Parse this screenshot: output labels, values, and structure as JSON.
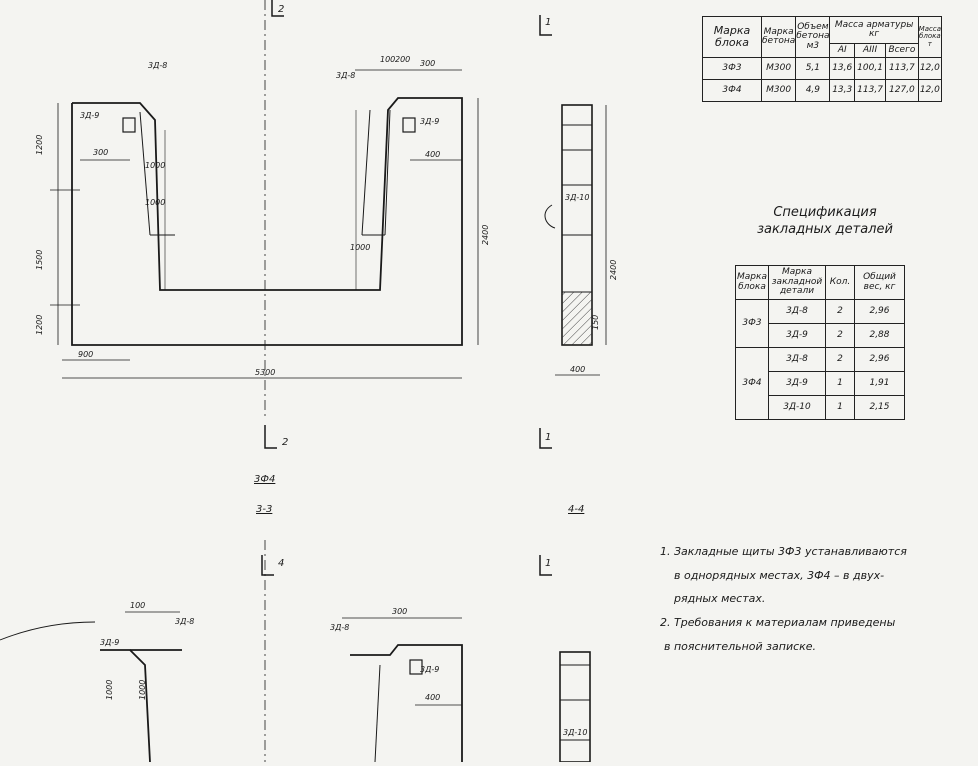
{
  "views": {
    "top": {
      "section_mark": "2",
      "labels": {
        "tag_left_a": "3Д-8",
        "tag_left_b": "3Д-9",
        "tag_right_a": "3Д-8",
        "tag_right_b": "3Д-9",
        "dim_left_offset": "300",
        "dim_top_a": "100",
        "dim_top_b": "200",
        "dim_top_c": "300",
        "dim_right_offset": "400",
        "dim_v1": "1000",
        "dim_v2": "1000",
        "dim_v3": "1000",
        "dim_base_left": "900",
        "dim_total": "5300",
        "dim_v_left_a": "1200",
        "dim_v_left_b": "1500",
        "dim_v_left_c": "1200",
        "dim_right_height": "2400"
      },
      "block_name": "3Ф4",
      "section_name": "3-3"
    },
    "bottom": {
      "section_mark": "4",
      "labels": {
        "tag_left_a": "3Д-8",
        "tag_left_b": "3Д-9",
        "tag_right_a": "3Д-8",
        "tag_right_b": "3Д-9",
        "dim_top_a": "100",
        "dim_top_b": "300",
        "dim_right_offset": "400",
        "dim_v1": "1000",
        "dim_v2": "1000"
      }
    },
    "side_top": {
      "section_mark": "1",
      "tag": "3Д-10",
      "dim_width": "400",
      "dim_height": "2400",
      "dim_small": "150"
    },
    "side_bottom": {
      "section_mark": "1",
      "tag": "3Д-10",
      "section_name": "4-4"
    }
  },
  "blocks_table": {
    "headers": [
      "Марка блока",
      "Марка бетона",
      "Объем бетона м3",
      "Масса арматуры кг",
      "Масса блока т"
    ],
    "sub_headers": [
      "АI",
      "АIII",
      "Всего"
    ],
    "rows": [
      [
        "3Ф3",
        "М300",
        "5,1",
        "13,6",
        "100,1",
        "113,7",
        "12,0"
      ],
      [
        "3Ф4",
        "М300",
        "4,9",
        "13,3",
        "113,7",
        "127,0",
        "12,0"
      ]
    ]
  },
  "spec": {
    "title_line1": "Спецификация",
    "title_line2": "закладных деталей",
    "headers": [
      "Марка блока",
      "Марка закладной детали",
      "Кол.",
      "Общий вес, кг"
    ],
    "groups": [
      {
        "block": "3Ф3",
        "rows": [
          [
            "3Д-8",
            "2",
            "2,96"
          ],
          [
            "3Д-9",
            "2",
            "2,88"
          ]
        ]
      },
      {
        "block": "3Ф4",
        "rows": [
          [
            "3Д-8",
            "2",
            "2,96"
          ],
          [
            "3Д-9",
            "1",
            "1,91"
          ],
          [
            "3Д-10",
            "1",
            "2,15"
          ]
        ]
      }
    ]
  },
  "notes": {
    "n1_line1": "1. Закладные щиты 3Ф3 устанавливаются",
    "n1_line2": "в однорядных местах, 3Ф4 – в двух-",
    "n1_line3": "рядных местах.",
    "n2_line1": "2. Требования к материалам приведены",
    "n2_line2": "в пояснительной записке."
  }
}
